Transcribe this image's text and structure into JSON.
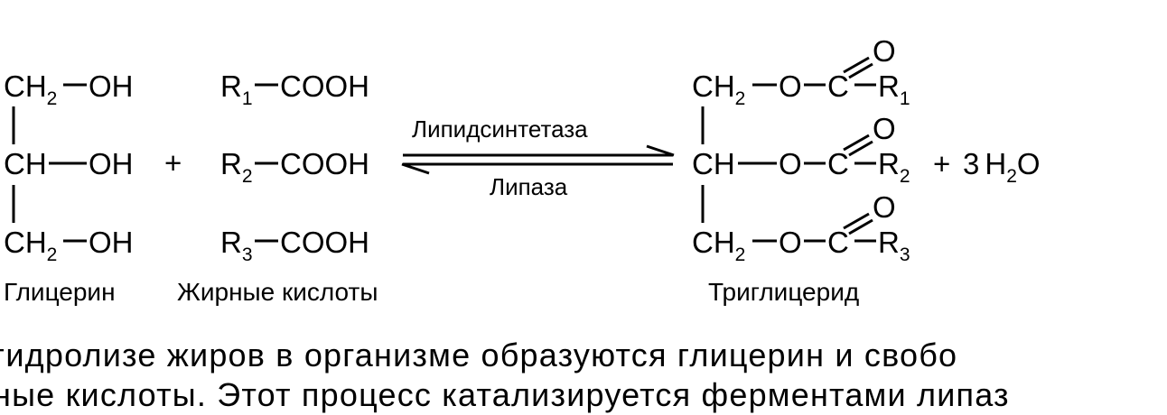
{
  "glycerol": {
    "row1": {
      "group": "CH",
      "sub": "2",
      "oh": "OH"
    },
    "row2": {
      "group": "CH",
      "oh": "OH"
    },
    "row3": {
      "group": "CH",
      "sub": "2",
      "oh": "OH"
    },
    "caption": "Глицерин"
  },
  "plus": "+",
  "acids": {
    "items": [
      {
        "r": "R",
        "sub": "1",
        "cooh": "COOH"
      },
      {
        "r": "R",
        "sub": "2",
        "cooh": "COOH"
      },
      {
        "r": "R",
        "sub": "3",
        "cooh": "COOH"
      }
    ],
    "caption": "Жирные кислоты"
  },
  "arrows": {
    "forward_enzyme": "Липидсинтетаза",
    "reverse_enzyme": "Липаза"
  },
  "triglyceride": {
    "rows": [
      {
        "group": "CH",
        "sub": "2",
        "o": "O",
        "c": "C",
        "carbonyl_o": "O",
        "r": "R",
        "rsub": "1"
      },
      {
        "group": "CH",
        "o": "O",
        "c": "C",
        "carbonyl_o": "O",
        "r": "R",
        "rsub": "2"
      },
      {
        "group": "CH",
        "sub": "2",
        "o": "O",
        "c": "C",
        "carbonyl_o": "O",
        "r": "R",
        "rsub": "3"
      }
    ],
    "caption": "Триглицерид"
  },
  "water": {
    "coef": "3",
    "h": "H",
    "sub": "2",
    "o": "O"
  },
  "paragraph": {
    "line1": "гидролизе жиров в организме образуются глицерин и свобо",
    "line2": "ные кислоты. Этот процесс катализируется ферментами липаз"
  }
}
